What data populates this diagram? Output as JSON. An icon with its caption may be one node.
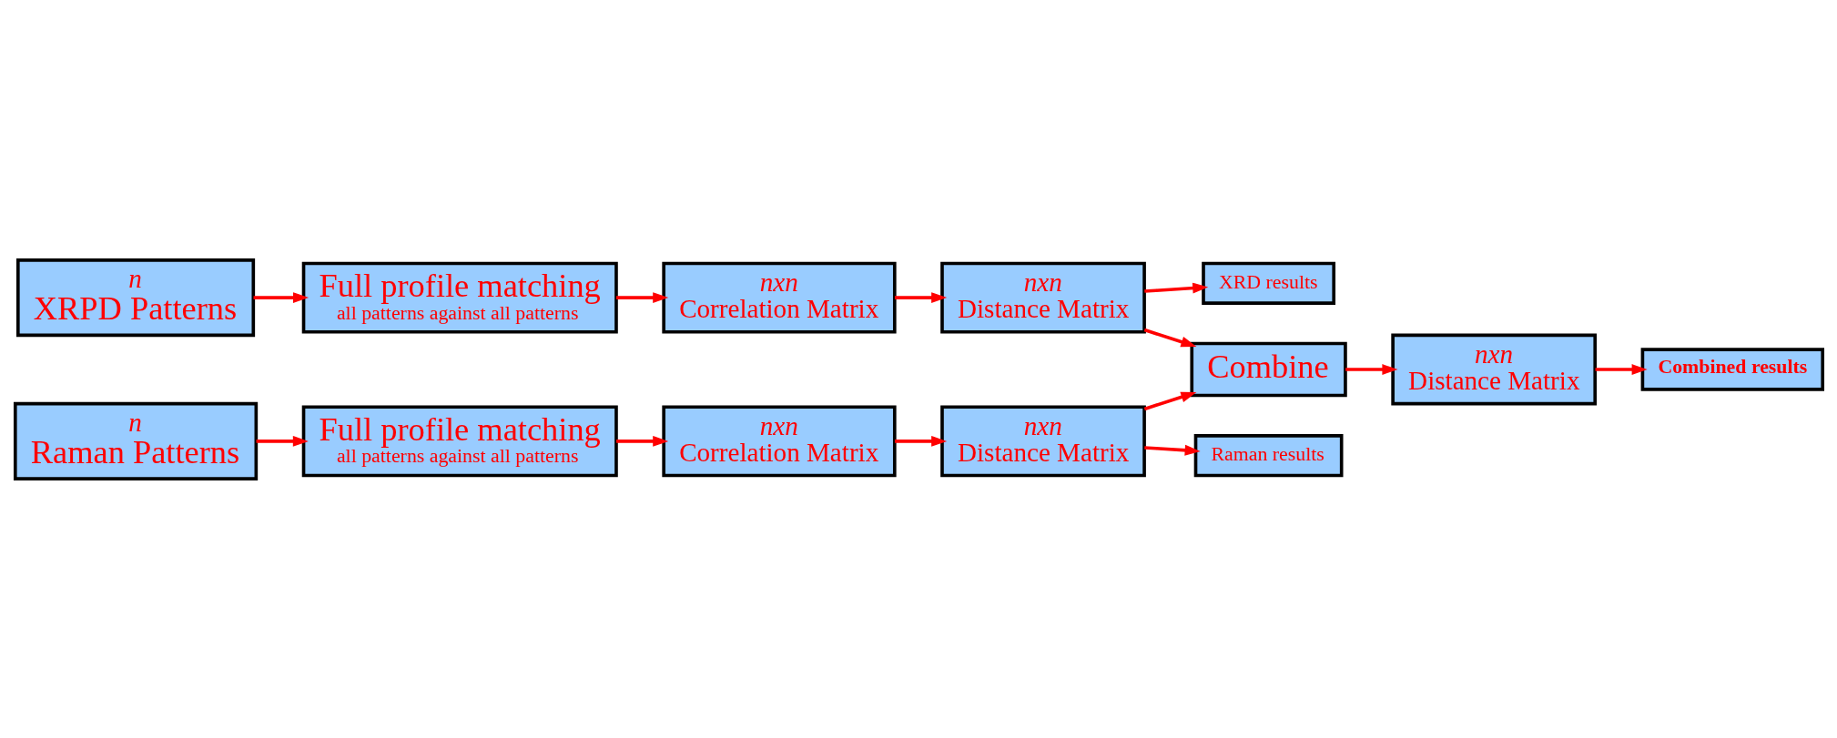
{
  "diagram": {
    "nodes": [
      {
        "text": [
          "n",
          "XRPD Patterns"
        ]
      },
      {
        "text": [
          "Full profile matching",
          "all patterns against all patterns"
        ]
      },
      {
        "text": [
          "nxn",
          "Correlation Matrix"
        ]
      },
      {
        "text": [
          "nxn",
          "Distance Matrix"
        ]
      },
      {
        "text": [
          "XRD results"
        ]
      },
      {
        "text": [
          "Combined results"
        ]
      },
      {
        "text": [
          "Combine"
        ]
      },
      {
        "text": [
          "nxn",
          "Distance Matrix"
        ]
      },
      {
        "text": [
          "n",
          "Raman Patterns"
        ]
      },
      {
        "text": [
          "Full profile matching",
          "all patterns against all patterns"
        ]
      },
      {
        "text": [
          "nxn",
          "Correlation Matrix"
        ]
      },
      {
        "text": [
          "nxn",
          "Distance Matrix"
        ]
      },
      {
        "text": [
          "Raman results"
        ]
      }
    ],
    "edges": [
      {
        "from": 0,
        "to": 1,
        "arrow": "to"
      },
      {
        "from": 1,
        "to": 2,
        "arrow": "to"
      },
      {
        "from": 2,
        "to": 3,
        "arrow": "to"
      },
      {
        "from": 3,
        "to": 4,
        "arrow": "to"
      },
      {
        "from": 3,
        "to": 6,
        "arrow": "to"
      },
      {
        "from": 7,
        "to": 5,
        "arrow": "to"
      },
      {
        "from": 6,
        "to": 7,
        "arrow": "to"
      },
      {
        "from": 8,
        "to": 9,
        "arrow": "to"
      },
      {
        "from": 9,
        "to": 10,
        "arrow": "to"
      },
      {
        "from": 10,
        "to": 11,
        "arrow": "to"
      },
      {
        "from": 11,
        "to": 6,
        "arrow": "to"
      },
      {
        "from": 11,
        "to": 12,
        "arrow": "to"
      }
    ]
  }
}
